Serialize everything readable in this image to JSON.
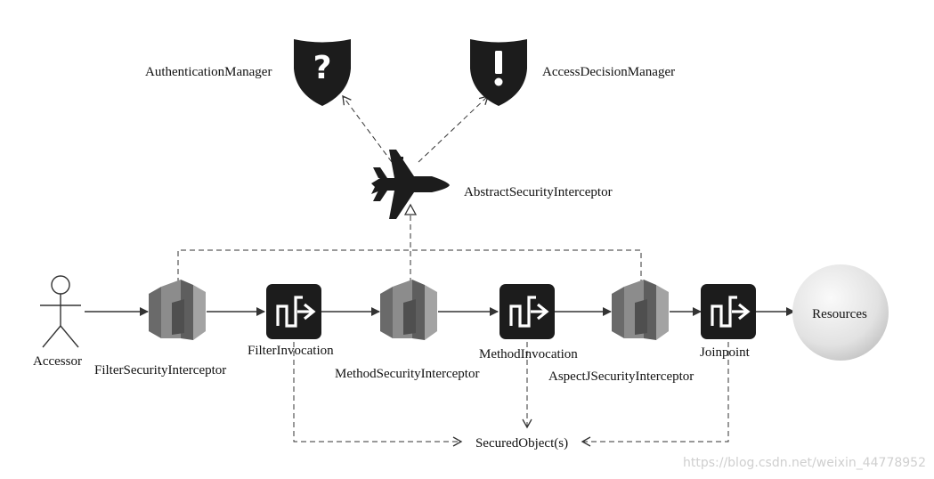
{
  "diagram": {
    "nodes": {
      "authentication_manager": {
        "label": "AuthenticationManager",
        "icon": "question-shield-icon"
      },
      "access_decision_manager": {
        "label": "AccessDecisionManager",
        "icon": "exclamation-shield-icon"
      },
      "abstract_security_interceptor": {
        "label": "AbstractSecurityInterceptor",
        "icon": "fighter-jet-icon"
      },
      "accessor": {
        "label": "Accessor",
        "icon": "stick-figure-icon"
      },
      "filter_security_interceptor": {
        "label": "FilterSecurityInterceptor",
        "icon": "interceptor-block-icon"
      },
      "filter_invocation": {
        "label": "FilterInvocation",
        "icon": "arrow-step-icon"
      },
      "method_security_interceptor": {
        "label": "MethodSecurityInterceptor",
        "icon": "interceptor-block-icon"
      },
      "method_invocation": {
        "label": "MethodInvocation",
        "icon": "arrow-step-icon"
      },
      "aspectj_security_interceptor": {
        "label": "AspectJSecurityInterceptor",
        "icon": "interceptor-block-icon"
      },
      "joinpoint": {
        "label": "Joinpoint",
        "icon": "arrow-step-icon"
      },
      "resources": {
        "label": "Resources",
        "icon": "sphere-icon"
      },
      "secured_objects": {
        "label": "SecuredObject(s)"
      }
    },
    "watermark": "https://blog.csdn.net/weixin_44778952"
  },
  "colors": {
    "line": "#333333",
    "icon_dark": "#1c1c1c",
    "block_dark": "#6e6e6e",
    "block_light": "#9a9a9a",
    "sphere_light": "#f2f2f2",
    "sphere_dark": "#c9c9c9"
  }
}
